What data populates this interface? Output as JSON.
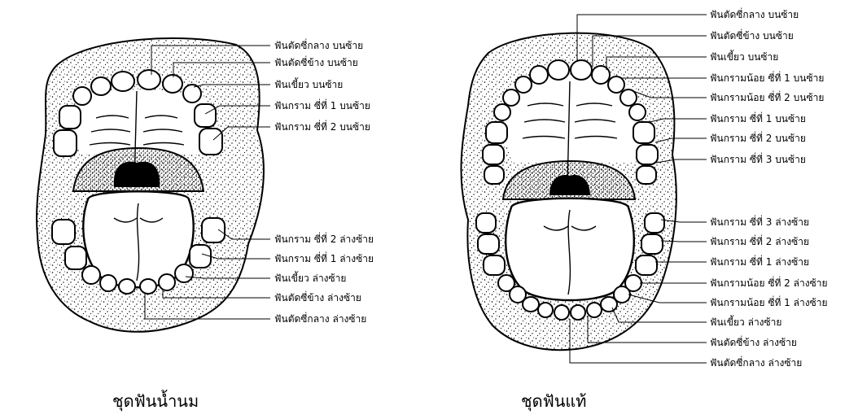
{
  "primary": {
    "caption": "ชุดฟันน้ำนม",
    "labels": [
      "ฟันตัดซี่กลาง บนซ้าย",
      "ฟันตัดซี่ข้าง บนซ้าย",
      "ฟันเขี้ยว บนซ้าย",
      "ฟันกราม ซี่ที่ 1 บนซ้าย",
      "ฟันกราม ซี่ที่ 2 บนซ้าย",
      "ฟันกราม ซี่ที่ 2 ล่างซ้าย",
      "ฟันกราม ซี่ที่ 1 ล่างซ้าย",
      "ฟันเขี้ยว ล่างซ้าย",
      "ฟันตัดซี่ข้าง ล่างซ้าย",
      "ฟันตัดซี่กลาง ล่างซ้าย"
    ]
  },
  "permanent": {
    "caption": "ชุดฟันแท้",
    "labels": [
      "ฟันตัดซี่กลาง บนซ้าย",
      "ฟันตัดซี่ข้าง บนซ้าย",
      "ฟันเขี้ยว บนซ้าย",
      "ฟันกรามน้อย ซี่ที่ 1 บนซ้าย",
      "ฟันกรามน้อย ซี่ที่ 2 บนซ้าย",
      "ฟันกราม ซี่ที่ 1 บนซ้าย",
      "ฟันกราม ซี่ที่ 2 บนซ้าย",
      "ฟันกราม ซี่ที่ 3 บนซ้าย",
      "ฟันกราม ซี่ที่ 3 ล่างซ้าย",
      "ฟันกราม ซี่ที่ 2 ล่างซ้าย",
      "ฟันกราม ซี่ที่ 1 ล่างซ้าย",
      "ฟันกรามน้อย ซี่ที่ 2 ล่างซ้าย",
      "ฟันกรามน้อย ซี่ที่ 1 ล่างซ้าย",
      "ฟันเขี้ยว ล่างซ้าย",
      "ฟันตัดซี่ข้าง ล่างซ้าย",
      "ฟันตัดซี่กลาง ล่างซ้าย"
    ]
  }
}
